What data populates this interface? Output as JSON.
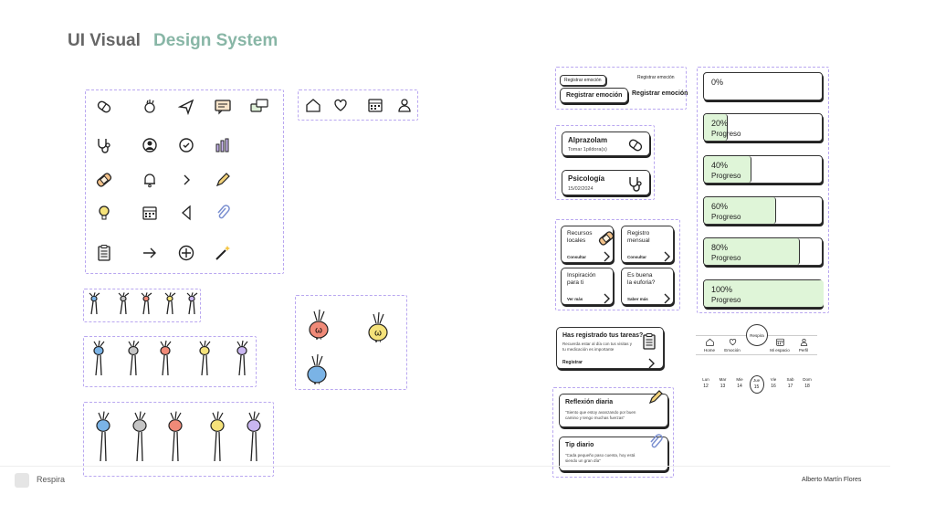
{
  "header": {
    "title_part1": "UI Visual",
    "title_part2": "Design System"
  },
  "icon_grid": [
    [
      "pill-icon",
      "hand-icon",
      "send-icon",
      "chat-icon",
      "chats-icon"
    ],
    [
      "stethoscope-icon",
      "user-circle-icon",
      "check-circle-icon",
      "bar-chart-icon",
      ""
    ],
    [
      "bandage-icon",
      "bell-icon",
      "chevron-right-icon",
      "pencil-icon",
      ""
    ],
    [
      "lightbulb-icon",
      "calendar-icon",
      "triangle-left-icon",
      "paperclip-icon",
      ""
    ],
    [
      "clipboard-icon",
      "arrow-right-icon",
      "plus-circle-icon",
      "magic-wand-icon",
      ""
    ]
  ],
  "nav_icons": [
    "home-icon",
    "heart-icon",
    "calendar-icon",
    "user-icon"
  ],
  "buttons": {
    "small_1": "Registrar emoción",
    "small_2": "Registrar emoción",
    "large_1": "Registrar emoción",
    "large_2": "Registrar emoción"
  },
  "med_cards": [
    {
      "title": "Alprazolam",
      "sub": "Tomar 1pildora(s)",
      "icon": "pill-icon"
    },
    {
      "title": "Psicología",
      "sub": "15/02/2024",
      "icon": "stethoscope-icon"
    }
  ],
  "resource_cards": [
    {
      "title_l1": "Recursos",
      "title_l2": "locales",
      "action": "Consultar"
    },
    {
      "title_l1": "Registro",
      "title_l2": "mensual",
      "action": "Consultar"
    },
    {
      "title_l1": "Inspiración",
      "title_l2": "para ti",
      "action": "Ver más"
    },
    {
      "title_l1": "Es buena",
      "title_l2": "la euforia?",
      "action": "Saber más"
    }
  ],
  "task_card": {
    "title": "Has registrado tus tareas?",
    "body_l1": "Recuerda estar al día con tus visitas y",
    "body_l2": "tu medicación es importante",
    "action": "Registrar"
  },
  "reflection_cards": [
    {
      "title": "Reflexión diaria",
      "body_l1": "\"Siento que estoy avanzando por buen",
      "body_l2": "camino y tengo muchas fuerzas\""
    },
    {
      "title": "Tip diario",
      "body_l1": "\"Cada pequeño paso cuenta, hoy está",
      "body_l2": "siendo un gran día\""
    }
  ],
  "progress": [
    {
      "label": "0%",
      "sub": "",
      "value": 0
    },
    {
      "label": "20%",
      "sub": "Progreso",
      "value": 20
    },
    {
      "label": "40%",
      "sub": "Progreso",
      "value": 40
    },
    {
      "label": "60%",
      "sub": "Progreso",
      "value": 60
    },
    {
      "label": "80%",
      "sub": "Progreso",
      "value": 80
    },
    {
      "label": "100%",
      "sub": "Progreso",
      "value": 100
    }
  ],
  "bottom_nav": {
    "center": "Respira",
    "items": [
      "Home",
      "Emoción",
      "",
      "Mi espacio",
      "Perfil"
    ]
  },
  "calendar": {
    "days": [
      "Lun",
      "Mar",
      "Mie",
      "Jue",
      "Vie",
      "Sab",
      "Dom"
    ],
    "dates": [
      "12",
      "13",
      "14",
      "15",
      "16",
      "17",
      "18"
    ],
    "selected_index": 3
  },
  "footer": {
    "brand": "Respira",
    "author": "Alberto Martín Flores"
  },
  "colors": {
    "accent": "#88b6a6",
    "dash": "#b9a7f0",
    "progress_fill": "#dff5d8",
    "creature_red": "#f08a78",
    "creature_yellow": "#f5e27a",
    "creature_blue": "#7ab3e6",
    "creature_grey": "#c4c4c4",
    "creature_purple": "#c9b6f0"
  }
}
